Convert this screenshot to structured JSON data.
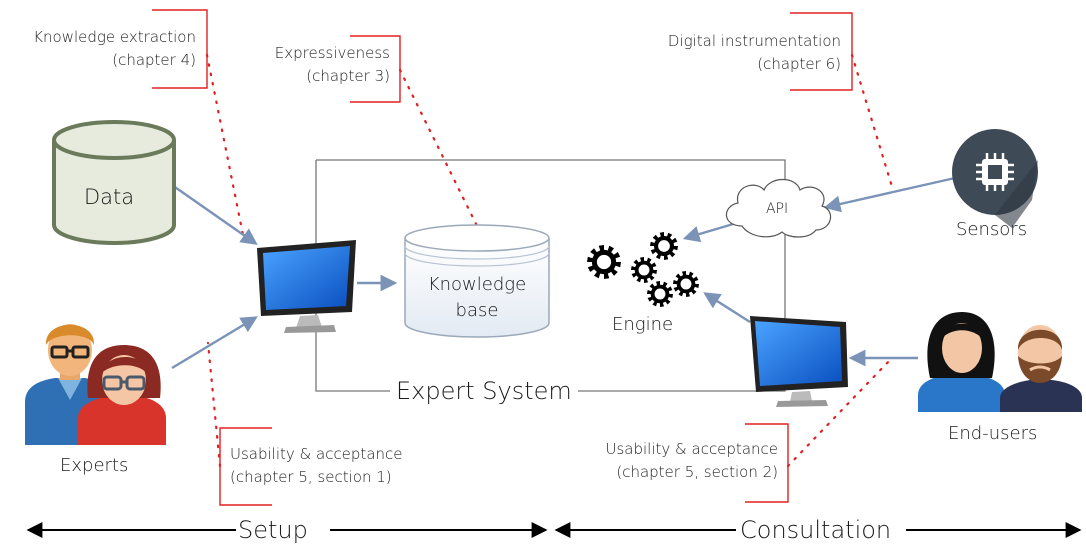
{
  "notes": {
    "knowledge_extraction": {
      "title": "Knowledge extraction",
      "sub": "(chapter 4)"
    },
    "expressiveness": {
      "title": "Expressiveness",
      "sub": "(chapter 3)"
    },
    "digital_instrumentation": {
      "title": "Digital instrumentation",
      "sub": "(chapter 6)"
    },
    "usability_left": {
      "title": "Usability & acceptance",
      "sub": "(chapter 5, section 1)"
    },
    "usability_right": {
      "title": "Usability & acceptance",
      "sub": "(chapter 5, section 2)"
    }
  },
  "nodes": {
    "data": "Data",
    "knowledge_base_line1": "Knowledge",
    "knowledge_base_line2": "base",
    "engine": "Engine",
    "api": "API",
    "sensors": "Sensors",
    "experts": "Experts",
    "end_users": "End-users",
    "expert_system": "Expert System"
  },
  "phases": {
    "setup": "Setup",
    "consultation": "Consultation"
  },
  "colors": {
    "arrow": "#7b93b6",
    "dotted": "#e02020",
    "bracket": "#e02020",
    "monitor_screen": "#1e6fd9",
    "data_fill": "#e6ebdd",
    "data_stroke": "#6b7a5a",
    "sensor_circle": "#3e4a55"
  }
}
